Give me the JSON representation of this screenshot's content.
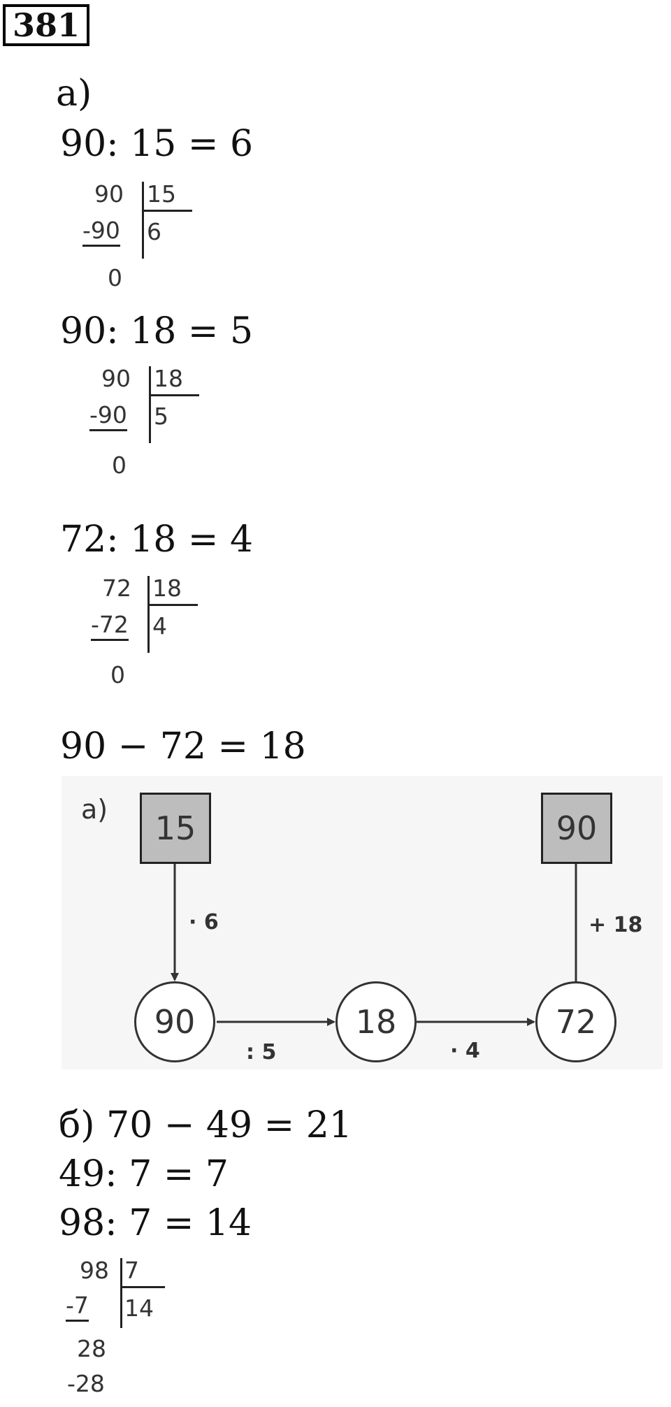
{
  "task_number": "381",
  "part_a_label": "а)",
  "eq1": "90: 15 = 6",
  "div1": {
    "dividend": "90",
    "divisor": "15",
    "sub": "-90",
    "quotient": "6",
    "rem": "0"
  },
  "eq2": "90: 18 = 5",
  "div2": {
    "dividend": "90",
    "divisor": "18",
    "sub": "-90",
    "quotient": "5",
    "rem": "0"
  },
  "eq3": "72: 18 = 4",
  "div3": {
    "dividend": "72",
    "divisor": "18",
    "sub": "-72",
    "quotient": "4",
    "rem": "0"
  },
  "eq4": "90 − 72 = 18",
  "diagram": {
    "label": "а)",
    "start_box": "15",
    "end_box": "90",
    "circle1": "90",
    "circle2": "18",
    "circle3": "72",
    "op_down": "· 6",
    "op_right1": ": 5",
    "op_right2": "· 4",
    "op_up": "+ 18"
  },
  "part_b_eq1": "б) 70 − 49 = 21",
  "part_b_eq2": "49: 7 = 7",
  "part_b_eq3": "98: 7 = 14",
  "div4": {
    "dividend": "98",
    "divisor": "7",
    "sub": "-7",
    "quotient": "14",
    "mid": "28",
    "sub2": "-28"
  }
}
